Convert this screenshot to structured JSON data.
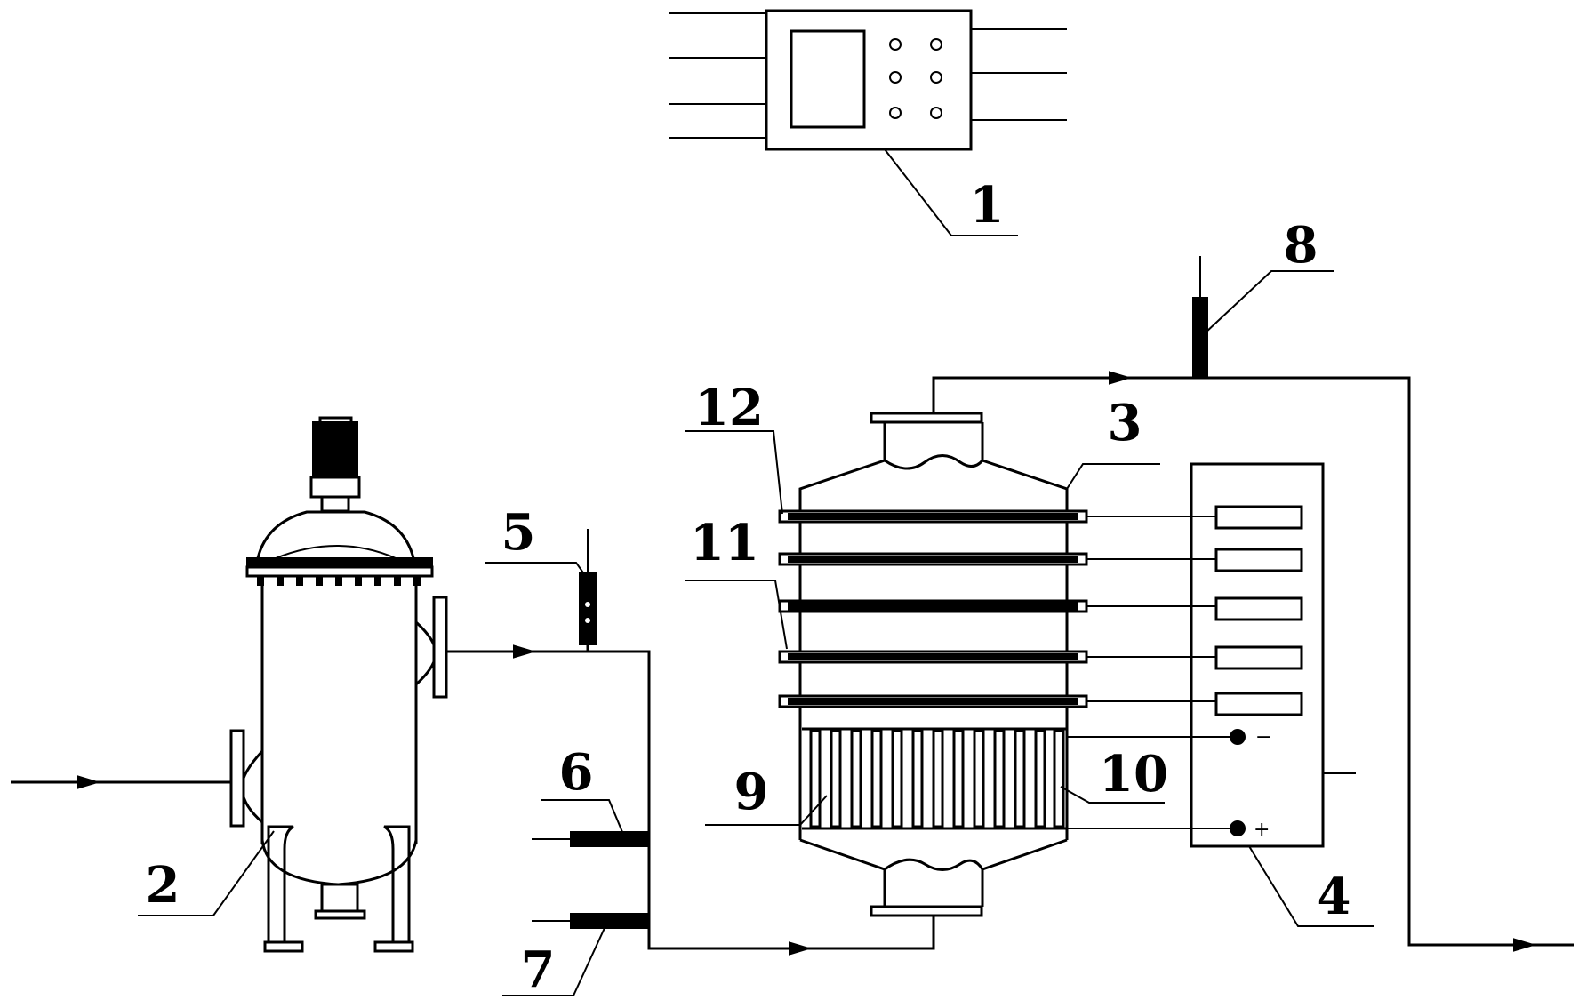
{
  "labels": {
    "controller": "1",
    "filter": "2",
    "reactor": "3",
    "power_supply": "4",
    "sensor_top": "5",
    "sensor_middle": "6",
    "sensor_bottom": "7",
    "outlet_sensor": "8",
    "cathode": "9",
    "anode": "10",
    "electrode_plate_lower": "11",
    "electrode_plate_upper": "12"
  },
  "terminals": {
    "negative": "−",
    "positive": "+"
  },
  "colors": {
    "line": "#000000",
    "background": "#ffffff"
  }
}
